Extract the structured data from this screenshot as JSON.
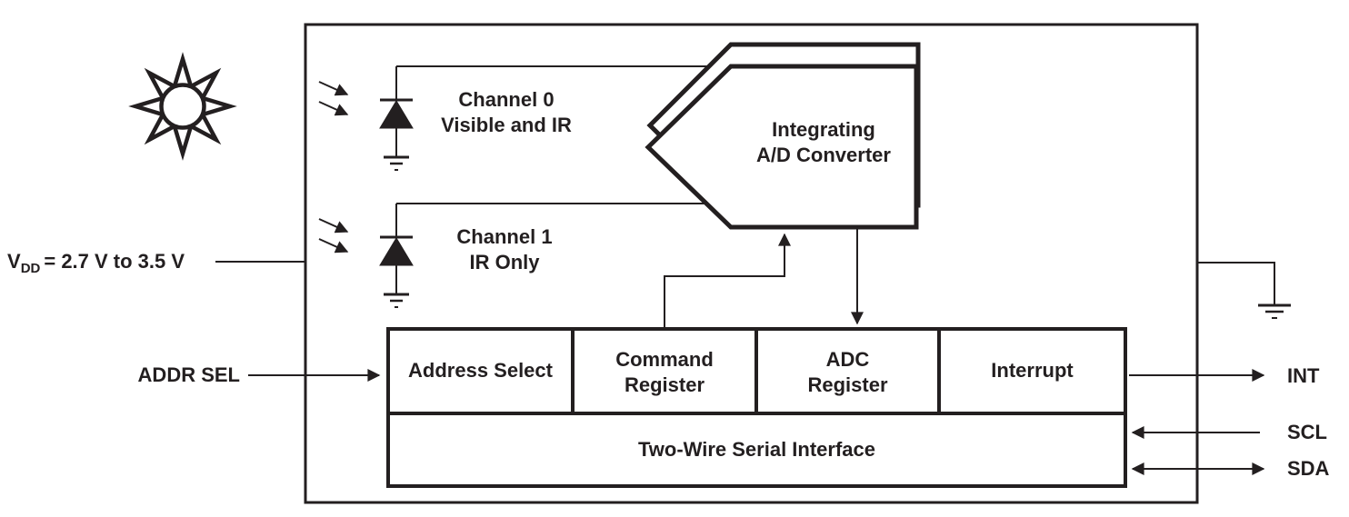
{
  "figure": {
    "supply_label": {
      "symbol": "V",
      "subscript": "DD",
      "value": "= 2.7 V to 3.5 V"
    },
    "addr_sel_label": "ADDR SEL",
    "channels": [
      {
        "name": "Channel 0",
        "type": "Visible and IR"
      },
      {
        "name": "Channel 1",
        "type": "IR Only"
      }
    ],
    "adc": {
      "line1": "Integrating",
      "line2": "A/D Converter"
    },
    "blocks": {
      "address_select": "Address Select",
      "command_register": [
        "Command",
        "Register"
      ],
      "adc_register": [
        "ADC",
        "Register"
      ],
      "interrupt": "Interrupt",
      "serial_interface": "Two-Wire Serial Interface"
    },
    "pins": {
      "int": "INT",
      "scl": "SCL",
      "sda": "SDA"
    },
    "colors": {
      "line": "#231f20",
      "fill": "#ffffff"
    }
  }
}
